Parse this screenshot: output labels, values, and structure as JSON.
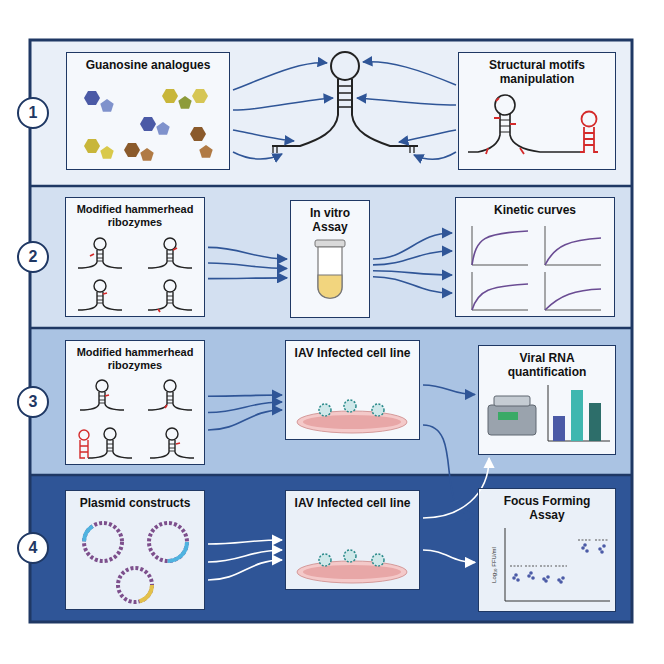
{
  "diagram": {
    "nodes": [
      {
        "text": [
          "1"
        ]
      },
      {
        "text": [
          "Guanosine analogues"
        ]
      },
      {
        "text": [
          "Structural motifs manipulation"
        ]
      },
      {
        "text": [
          "2"
        ]
      },
      {
        "text": [
          "Modified hammerhead ribozymes"
        ]
      },
      {
        "text": [
          "In vitro Assay"
        ]
      },
      {
        "text": [
          "Kinetic curves"
        ]
      },
      {
        "text": [
          "3"
        ]
      },
      {
        "text": [
          "Modified hammerhead ribozymes"
        ]
      },
      {
        "text": [
          "IAV Infected cell line"
        ]
      },
      {
        "text": [
          "Viral RNA quantification"
        ]
      },
      {
        "text": [
          "4"
        ]
      },
      {
        "text": [
          "Plasmid constructs"
        ]
      },
      {
        "text": [
          "IAV Infected cell line"
        ]
      },
      {
        "text": [
          "Focus Forming Assay"
        ]
      }
    ],
    "edges": [
      {
        "from": 4,
        "to": 5,
        "arrow": "to"
      },
      {
        "from": 5,
        "to": 6,
        "arrow": "to"
      },
      {
        "from": 8,
        "to": 9,
        "arrow": "to"
      },
      {
        "from": 9,
        "to": 10,
        "arrow": "to"
      },
      {
        "from": 9,
        "to": 14,
        "arrow": "to"
      },
      {
        "from": 12,
        "to": 13,
        "arrow": "to"
      },
      {
        "from": 13,
        "to": 10,
        "arrow": "to"
      },
      {
        "from": 13,
        "to": 14,
        "arrow": "to"
      }
    ],
    "labels": [
      "Log₁₀ FFU/ml"
    ]
  }
}
